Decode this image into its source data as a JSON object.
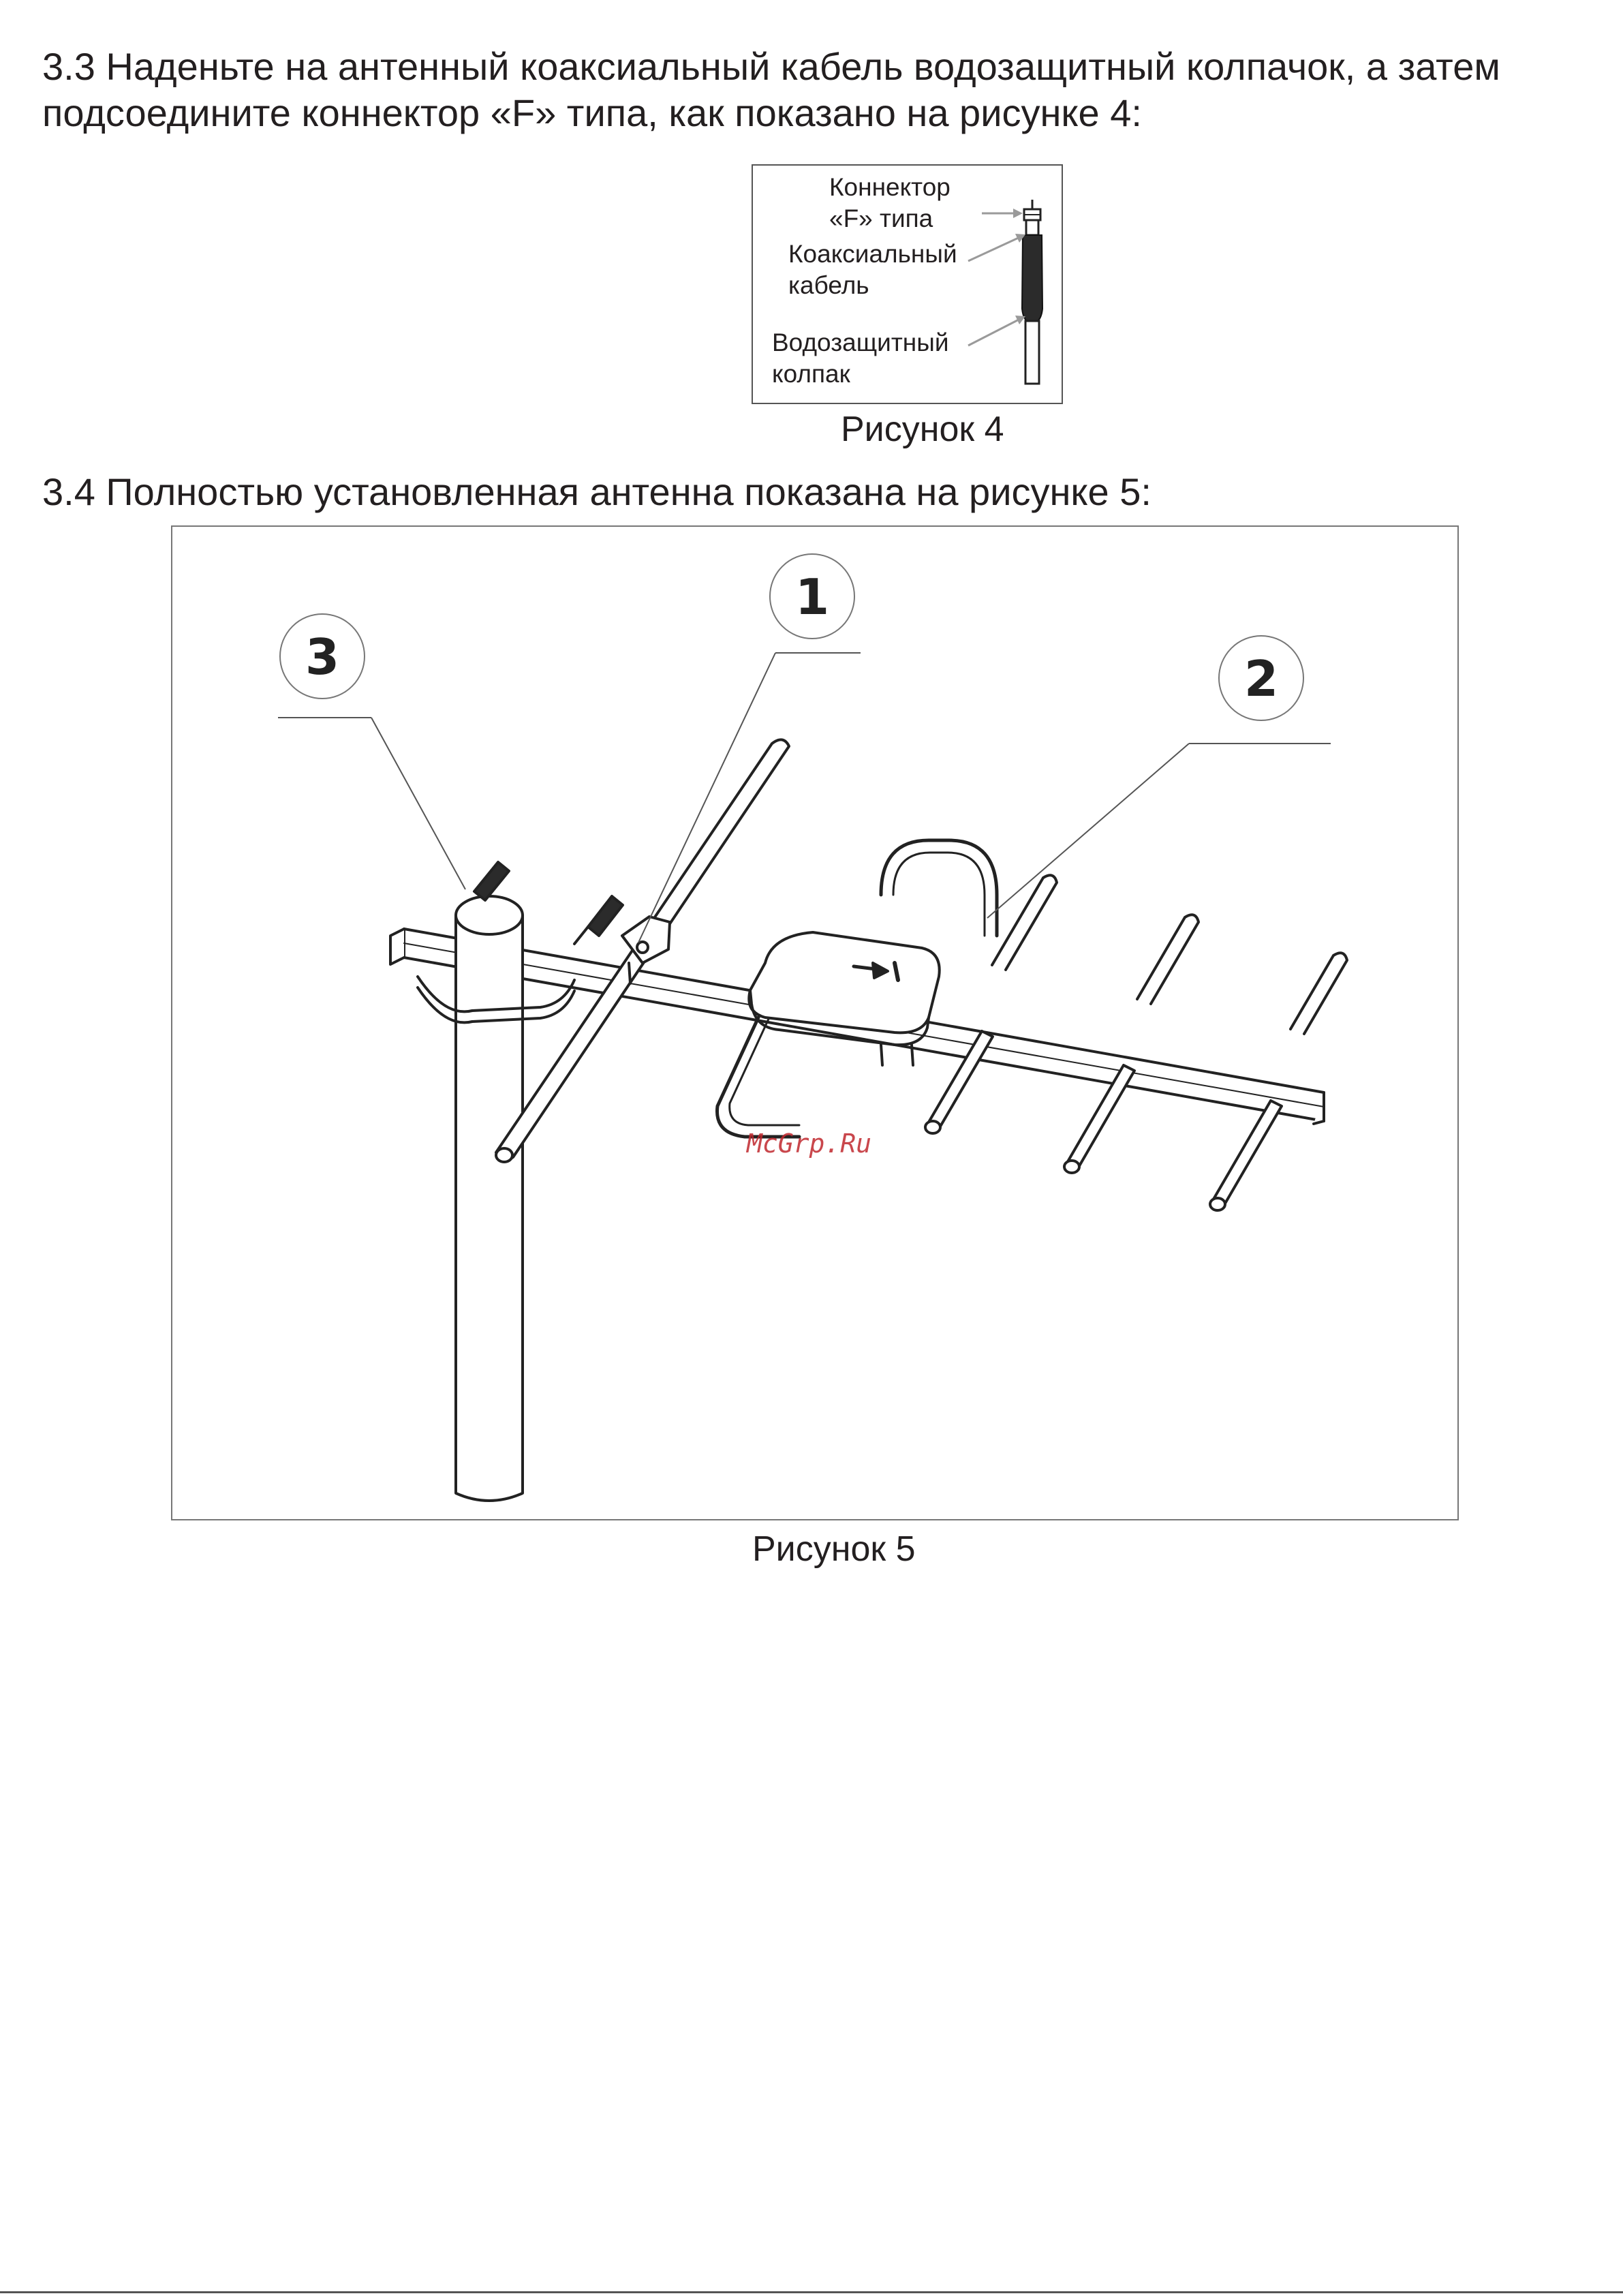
{
  "section_3_3": {
    "line1": "3.3 Наденьте на антенный коаксиальный кабель водозащитный колпачок, а затем",
    "line2": "подсоедините коннектор «F» типа, как показано на рисунке 4:"
  },
  "figure4": {
    "label_connector_1": "Коннектор",
    "label_connector_2": "«F» типа",
    "label_cable_1": "Коаксиальный",
    "label_cable_2": "кабель",
    "label_cap_1": "Водозащитный",
    "label_cap_2": "колпак",
    "caption": "Рисунок 4"
  },
  "section_3_4": {
    "line1": "3.4 Полностью установленная антенна показана на рисунке 5:"
  },
  "figure5": {
    "callouts": [
      "1",
      "2",
      "3"
    ],
    "watermark": "McGrp.Ru",
    "caption": "Рисунок 5"
  }
}
